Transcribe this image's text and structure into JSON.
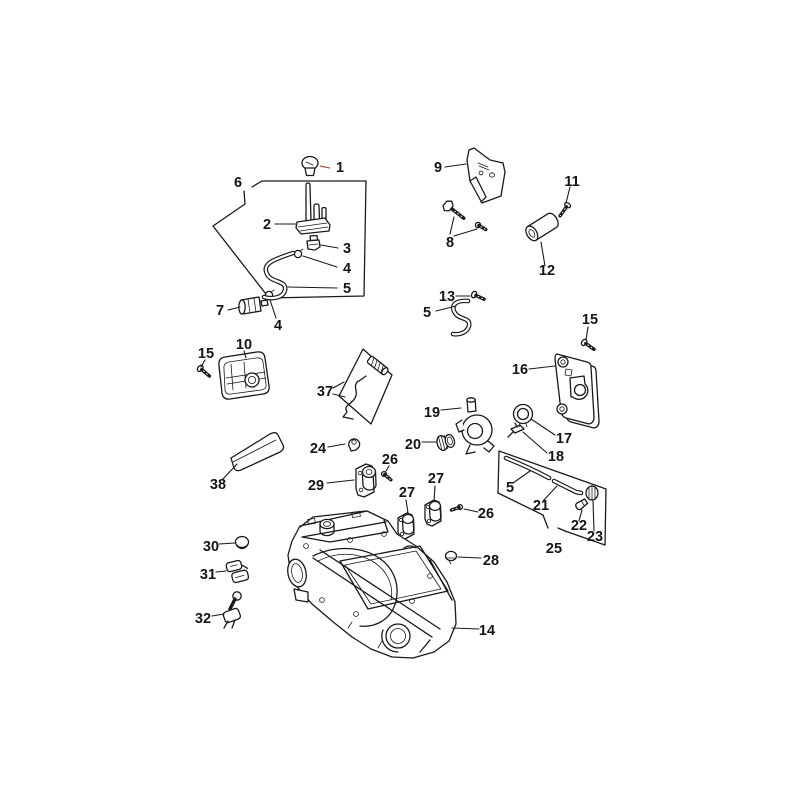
{
  "page": {
    "background_color": "#ffffff"
  },
  "diagram": {
    "ink_color": "#1a1a1a",
    "highlight_color": "#b35b2a",
    "labels": [
      {
        "text": "1",
        "highlighted": true
      },
      {
        "text": "2"
      },
      {
        "text": "3"
      },
      {
        "text": "4"
      },
      {
        "text": "5"
      },
      {
        "text": "6"
      },
      {
        "text": "7"
      },
      {
        "text": "4"
      },
      {
        "text": "8"
      },
      {
        "text": "9"
      },
      {
        "text": "10"
      },
      {
        "text": "11"
      },
      {
        "text": "12"
      },
      {
        "text": "13"
      },
      {
        "text": "5"
      },
      {
        "text": "15"
      },
      {
        "text": "15"
      },
      {
        "text": "16"
      },
      {
        "text": "17"
      },
      {
        "text": "18"
      },
      {
        "text": "19"
      },
      {
        "text": "20"
      },
      {
        "text": "24"
      },
      {
        "text": "26"
      },
      {
        "text": "29"
      },
      {
        "text": "27"
      },
      {
        "text": "27"
      },
      {
        "text": "26"
      },
      {
        "text": "28"
      },
      {
        "text": "30"
      },
      {
        "text": "31"
      },
      {
        "text": "32"
      },
      {
        "text": "37"
      },
      {
        "text": "38"
      },
      {
        "text": "14"
      },
      {
        "text": "5"
      },
      {
        "text": "21"
      },
      {
        "text": "22"
      },
      {
        "text": "23"
      },
      {
        "text": "25"
      }
    ]
  }
}
